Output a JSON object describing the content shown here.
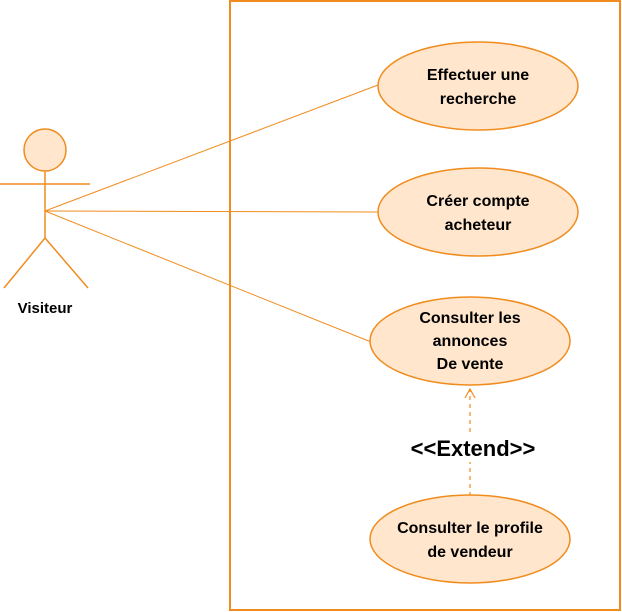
{
  "colors": {
    "stroke": "#f08c1e",
    "fill": "#ffe6cc",
    "text": "#000000",
    "background": "#ffffff"
  },
  "actor": {
    "label": "Visiteur"
  },
  "use_cases": [
    {
      "id": "uc-search",
      "lines": [
        "Effectuer une",
        "recherche"
      ]
    },
    {
      "id": "uc-account",
      "lines": [
        "Créer compte",
        "acheteur"
      ]
    },
    {
      "id": "uc-ads",
      "lines": [
        "Consulter les",
        "annonces",
        "De vente"
      ]
    },
    {
      "id": "uc-seller",
      "lines": [
        "Consulter le profile",
        "de vendeur"
      ]
    }
  ],
  "relations": {
    "extend_label": "<<Extend>>"
  }
}
